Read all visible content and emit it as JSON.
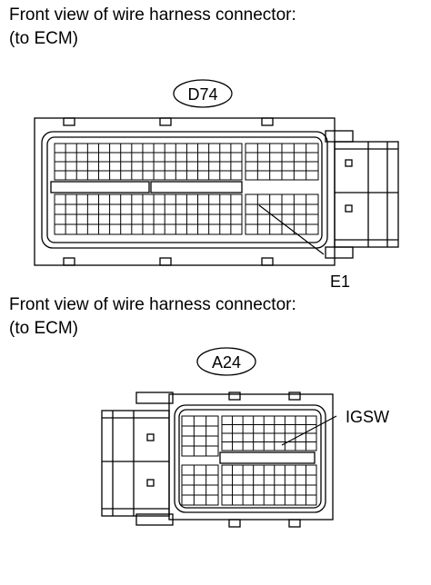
{
  "captions": {
    "top_line1": "Front view of wire harness connector:",
    "top_line2": "(to ECM)",
    "bottom_line1": "Front view of wire harness connector:",
    "bottom_line2": "(to ECM)"
  },
  "connectors": {
    "top": {
      "code": "D74",
      "terminal": "E1"
    },
    "bottom": {
      "code": "A24",
      "terminal": "IGSW"
    }
  }
}
